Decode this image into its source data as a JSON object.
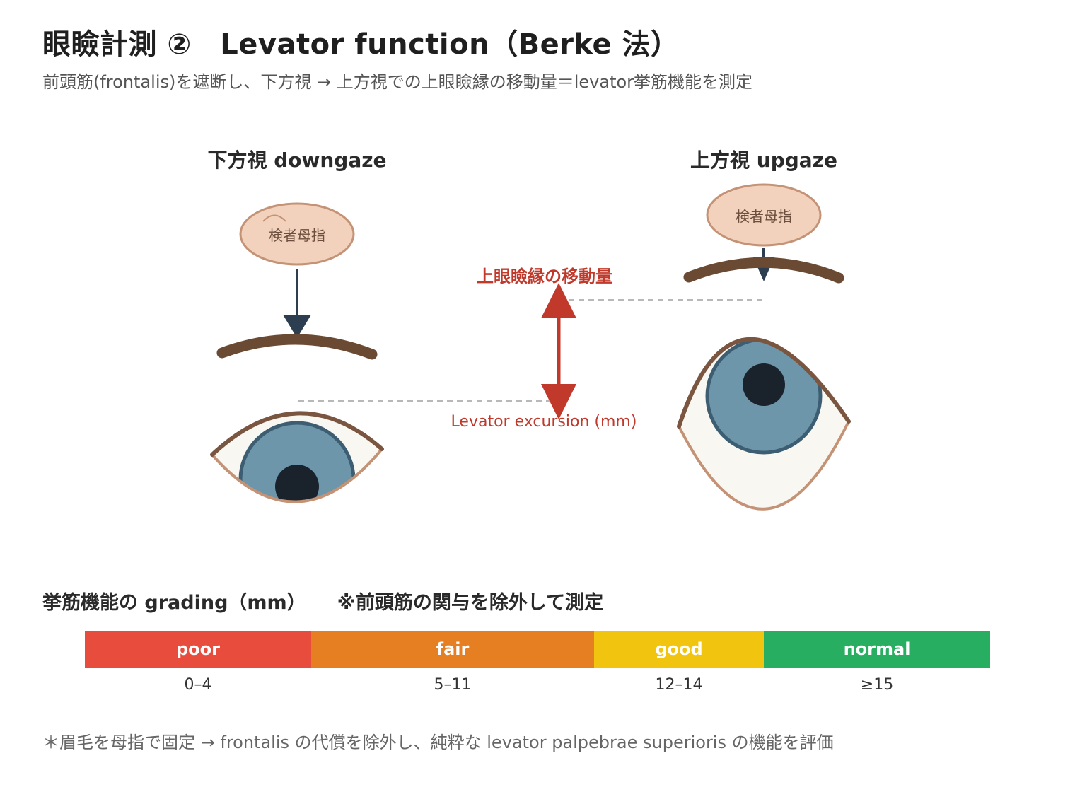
{
  "header": {
    "title": "眼瞼計測 ②　Levator function（Berke 法）",
    "subtitle": "前頭筋(frontalis)を遮断し、下方視 → 上方視での上眼瞼縁の移動量＝levator挙筋機能を測定"
  },
  "diagram": {
    "downgaze_label": "下方視 downgaze",
    "upgaze_label": "上方視 upgaze",
    "thumb_label_left": "検者母指",
    "thumb_label_right": "検者母指",
    "movement_label": "上眼瞼縁の移動量",
    "excursion_label": "Levator excursion (mm)"
  },
  "grading": {
    "heading": "挙筋機能の grading（mm）",
    "note": "※前頭筋の関与を除外して測定",
    "grades": [
      {
        "label": "poor",
        "range": "0–4",
        "color": "#e74c3c"
      },
      {
        "label": "fair",
        "range": "5–11",
        "color": "#e67e22"
      },
      {
        "label": "good",
        "range": "12–14",
        "color": "#f1c40f"
      },
      {
        "label": "normal",
        "range": "≥15",
        "color": "#27ae60"
      }
    ]
  },
  "footnote": "＊眉毛を母指で固定 → frontalis の代償を除外し、純粋な levator palpebrae superioris の機能を評価"
}
